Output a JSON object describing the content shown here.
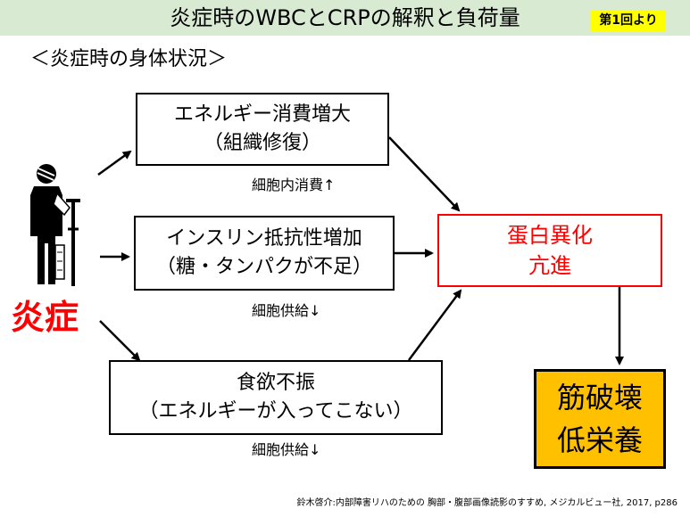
{
  "header": {
    "title": "炎症時のWBCとCRPの解釈と負荷量",
    "badge": "第1回より"
  },
  "section_heading": "＜炎症時の身体状況＞",
  "nodes": {
    "energy": {
      "line1": "エネルギー消費増大",
      "line2": "（組織修復）"
    },
    "insulin": {
      "line1": "インスリン抵抗性増加",
      "line2": "（糖・タンパクが不足）"
    },
    "appetite": {
      "line1": "食欲不振",
      "line2": "（エネルギーが入ってこない）"
    },
    "protein": {
      "line1": "蛋白異化",
      "line2": "亢進"
    },
    "muscle": {
      "line1": "筋破壊",
      "line2": "低栄養"
    }
  },
  "notes": {
    "energy": "細胞内消費↑",
    "insulin": "細胞供給↓",
    "appetite": "細胞供給↓"
  },
  "source_label": "炎症",
  "citation": "鈴木啓介:内部障害リハのための 胸部・腹部画像読影のすすめ, メジカルビュー社, 2017, p286",
  "colors": {
    "title_bar": "#d9ead3",
    "badge": "#ffff00",
    "highlight_red": "#ff0000",
    "result_box": "#ffc000"
  },
  "icons": [
    "injured-person-icon"
  ]
}
